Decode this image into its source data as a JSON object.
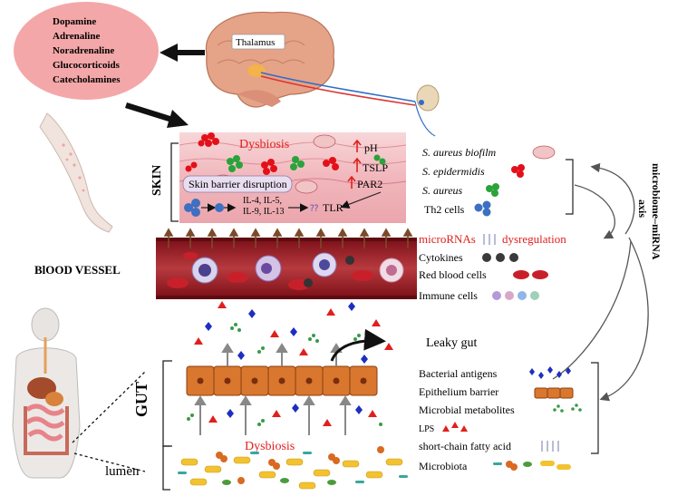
{
  "hormones": [
    "Dopamine",
    "Adrenaline",
    "Noradrenaline",
    "Glucocorticoids",
    "Catecholamines"
  ],
  "brain": {
    "thalamus": "Thalamus"
  },
  "skin": {
    "section_label": "SKIN",
    "dysbiosis": "Dysbiosis",
    "ph": "pH",
    "tslp": "TSLP",
    "par2": "PAR2",
    "barrier": "Skin barrier disruption",
    "il_line1": "IL-4, IL-5,",
    "il_line2": "IL-9, IL-13",
    "tlr": "TLR"
  },
  "skin_legend": [
    "S. aureus biofilm",
    "S. epidermidis",
    "S. aureus",
    "Th2 cells"
  ],
  "axis_label": {
    "line1": "microbiome–miRNA",
    "line2": "axis"
  },
  "vessel": {
    "section_label": "BlOOD VESSEL",
    "mirna": "microRNAs",
    "dysregulation": "dysregulation",
    "cytokines": "Cytokines",
    "rbc": "Red blood cells",
    "immune": "Immune cells"
  },
  "gut": {
    "section_label": "GUT",
    "leaky": "Leaky gut",
    "dysbiosis": "Dysbiosis",
    "lumen": "lumen"
  },
  "gut_legend": [
    "Bacterial antigens",
    "Epithelium barrier",
    "Microbial metabolites",
    "LPS",
    "short-chain fatty acid",
    "Microbiota"
  ],
  "colors": {
    "accent_red": "#e0201e",
    "hormone_bubble": "#f4a7a8",
    "skin_pink": "#f3c0c4",
    "vessel_red": "#8e1a22",
    "gut_orange": "#d9772e",
    "staph_green": "#2aa33b",
    "th2_blue": "#3d6fc2"
  }
}
